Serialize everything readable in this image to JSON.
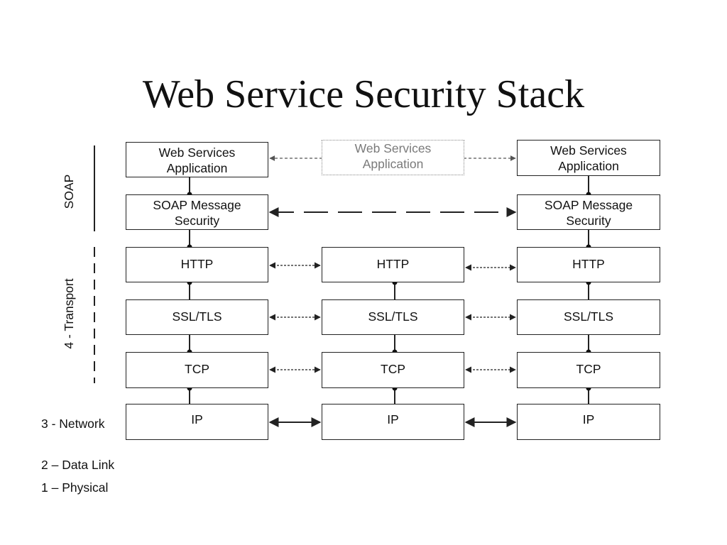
{
  "slide": {
    "title": "Web Service Security Stack"
  },
  "layers": {
    "soap": "SOAP",
    "transport": "4 - Transport",
    "network": "3 - Network",
    "data_link": "2 – Data Link",
    "physical": "1 – Physical"
  },
  "columns": {
    "left": {
      "app": [
        "Web Services",
        "Application"
      ],
      "soap_security": [
        "SOAP Message",
        "Security"
      ],
      "http": "HTTP",
      "ssl": "SSL/TLS",
      "tcp": "TCP",
      "ip": "IP"
    },
    "middle": {
      "app": [
        "Web Services",
        "Application"
      ],
      "http": "HTTP",
      "ssl": "SSL/TLS",
      "tcp": "TCP",
      "ip": "IP"
    },
    "right": {
      "app": [
        "Web Services",
        "Application"
      ],
      "soap_security": [
        "SOAP Message",
        "Security"
      ],
      "http": "HTTP",
      "ssl": "SSL/TLS",
      "tcp": "TCP",
      "ip": "IP"
    }
  },
  "colors": {
    "line": "#222222",
    "ghost": "#888888"
  }
}
